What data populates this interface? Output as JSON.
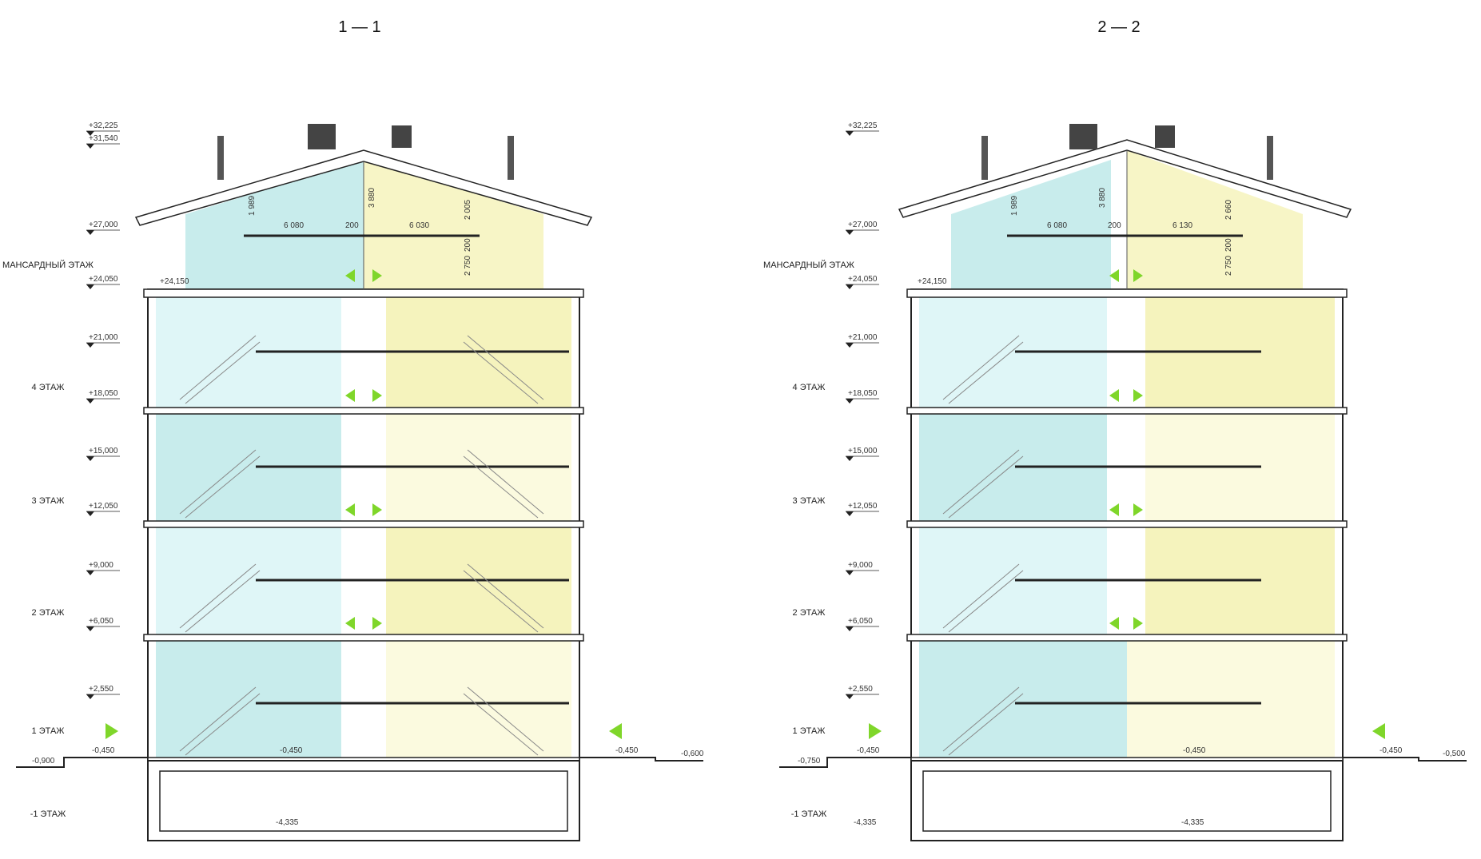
{
  "sections": [
    {
      "title": "1 — 1",
      "elevations": [
        "+32,225",
        "+31,540",
        "+27,000",
        "+24,050",
        "+21,000",
        "+18,050",
        "+15,000",
        "+12,050",
        "+9,000",
        "+6,050",
        "+2,550"
      ],
      "floor_labels": [
        "МАНСАРДНЫЙ ЭТАЖ",
        "4 ЭТАЖ",
        "3 ЭТАЖ",
        "2 ЭТАЖ",
        "1 ЭТАЖ",
        "-1 ЭТАЖ"
      ],
      "extra_levels": {
        "left_ground": "-0,900",
        "left_entry": "-0,450",
        "inner_floor": "-0,450",
        "right_entry": "-0,450",
        "right_ground": "-0,600",
        "basement": "-4,335",
        "attic_base": "+24,150"
      },
      "attic_dims": {
        "left_width": "6 080",
        "gap": "200",
        "right_width": "6 030",
        "left_height": "1 989",
        "mid_height": "3 880",
        "right_height": "2 005",
        "lower_height": "2 750",
        "lower_gap": "200"
      }
    },
    {
      "title": "2 — 2",
      "elevations": [
        "+32,225",
        "+27,000",
        "+24,050",
        "+21,000",
        "+18,050",
        "+15,000",
        "+12,050",
        "+9,000",
        "+6,050",
        "+2,550"
      ],
      "floor_labels": [
        "МАНСАРДНЫЙ ЭТАЖ",
        "4 ЭТАЖ",
        "3 ЭТАЖ",
        "2 ЭТАЖ",
        "1 ЭТАЖ",
        "-1 ЭТАЖ"
      ],
      "extra_levels": {
        "left_ground": "-0,750",
        "left_entry": "-0,450",
        "inner_floor": "-0,450",
        "right_entry": "-0,450",
        "right_ground": "-0,500",
        "basement": "-4,335",
        "basement_inner": "-4,335",
        "attic_base": "+24,150"
      },
      "attic_dims": {
        "left_width": "6 080",
        "gap": "200",
        "right_width": "6 130",
        "left_height": "1 989",
        "mid_height": "3 880",
        "right_height": "2 660",
        "lower_height": "2 750",
        "lower_gap": "200"
      }
    }
  ],
  "colors": {
    "cyan": "#c8ecec",
    "cyan_light": "#dff6f7",
    "yellow": "#f7f5c6",
    "yellow_light": "#fbfadf",
    "arrow": "#7fd62a",
    "line": "#222222"
  }
}
